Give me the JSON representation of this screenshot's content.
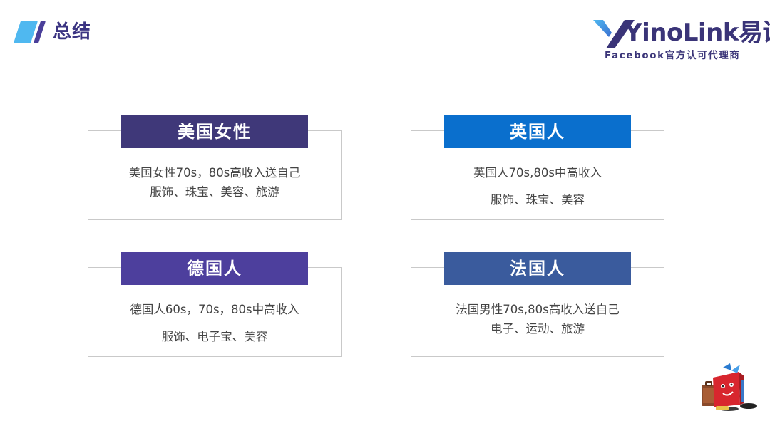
{
  "slide": {
    "title": "总结"
  },
  "logo": {
    "wordmark": "YinoLink易诺",
    "tagline": "Facebook官方认可代理商"
  },
  "cards": [
    {
      "key": "us",
      "heading": "美国女性",
      "line1": "美国女性70s，80s高收入送自己",
      "line2": "服饰、珠宝、美容、旅游",
      "color": "#3f3879"
    },
    {
      "key": "uk",
      "heading": "英国人",
      "line1": "英国人70s,80s中高收入",
      "line2": "服饰、珠宝、美容",
      "color": "#0a6fcd"
    },
    {
      "key": "de",
      "heading": "德国人",
      "line1": "德国人60s，70s，80s中高收入",
      "line2": "服饰、电子宝、美容",
      "color": "#4d3f9d"
    },
    {
      "key": "fr",
      "heading": "法国人",
      "line1": "法国男性70s,80s高收入送自己",
      "line2": "电子、运动、旅游",
      "color": "#3a5b9d"
    }
  ],
  "colors": {
    "accent_light": "#4fb8f0",
    "accent_dark": "#3b3482",
    "card_border": "#c9c9c9"
  },
  "icons": {
    "title_decoration": "double-slash-icon",
    "logo_mark": "yinolink-logo-icon",
    "mascot": "gift-box-mascot-icon"
  }
}
